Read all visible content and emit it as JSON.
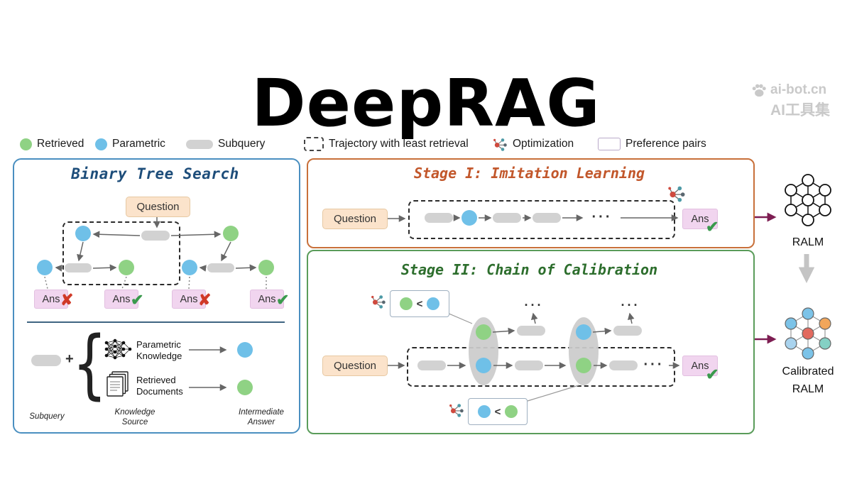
{
  "colors": {
    "retrieved": "#8fd284",
    "parametric": "#6fc0e8",
    "subquery": "#d2d2d2",
    "question-bg": "#fbe3cb",
    "question-border": "#e7c8a2",
    "ans-bg": "#f1d5ef",
    "ans-border": "#e2bfe0",
    "left-border": "#4a8fc0",
    "stage1-border": "#c8703a",
    "stage2-border": "#5a9c5a",
    "left-title": "#1d4d7a",
    "stage1-title": "#c2572b",
    "stage2-title": "#2d6e2d",
    "maroon": "#7d1d52",
    "check": "#3a9a4d",
    "cross": "#d03a28",
    "divider": "#3f6582",
    "watermark": "#c9c9c9"
  },
  "header": {
    "title": "DeepRAG"
  },
  "watermark": {
    "site": "ai-bot.cn",
    "name": "AI工具集"
  },
  "legend": {
    "retrieved": "Retrieved",
    "parametric": "Parametric",
    "subquery": "Subquery",
    "trajectory": "Trajectory with least retrieval",
    "optimization": "Optimization",
    "preference": "Preference pairs"
  },
  "labels": {
    "question": "Question",
    "ans": "Ans",
    "dots": "···",
    "plus": "+",
    "brace": "{",
    "less_than": "<",
    "check": "✔",
    "cross": "✘"
  },
  "binary_tree": {
    "title": "Binary Tree Search",
    "subquery": "Subquery",
    "parametric_knowledge": "Parametric\nKnowledge",
    "retrieved_documents": "Retrieved\nDocuments",
    "knowledge_source": "Knowledge\nSource",
    "intermediate_answer": "Intermediate\nAnswer"
  },
  "stage1": {
    "title": "Stage I: Imitation Learning"
  },
  "stage2": {
    "title": "Stage II: Chain of Calibration"
  },
  "right_rail": {
    "ralm": "RALM",
    "calibrated": "Calibrated\nRALM"
  }
}
